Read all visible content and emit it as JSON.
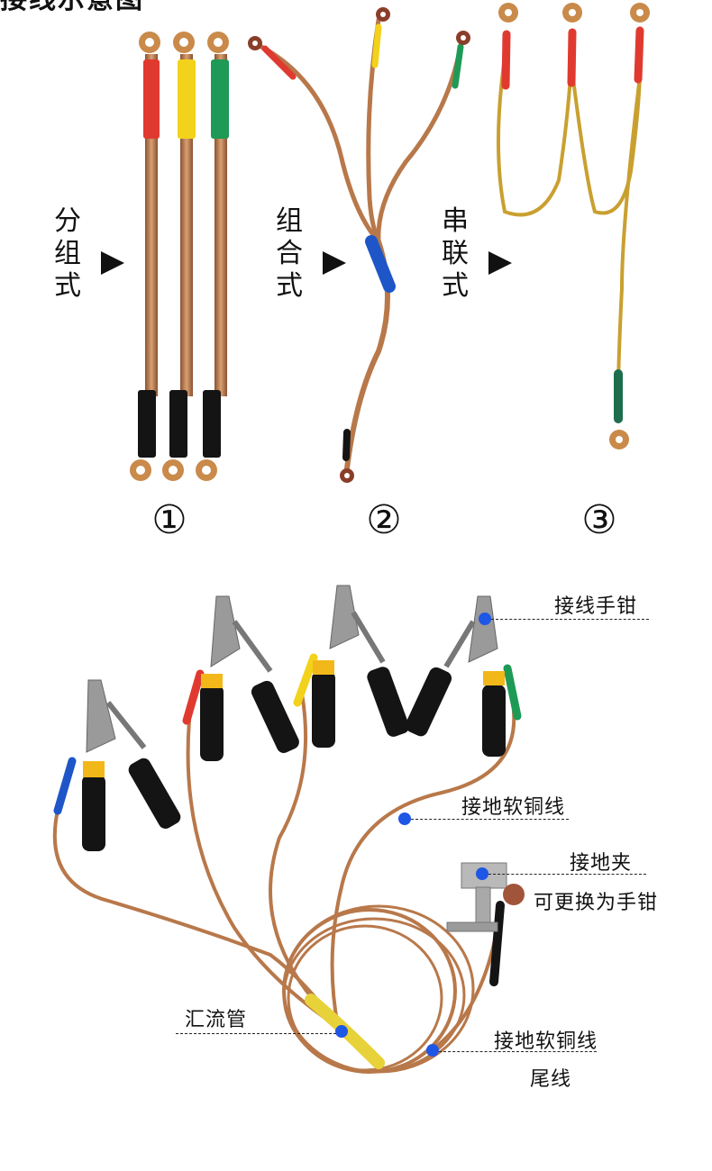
{
  "header": {
    "partial_title": "接线示意图"
  },
  "variants": [
    {
      "label_chars": [
        "分",
        "组",
        "式"
      ],
      "number": "①"
    },
    {
      "label_chars": [
        "组",
        "合",
        "式"
      ],
      "number": "②"
    },
    {
      "label_chars": [
        "串",
        "联",
        "式"
      ],
      "number": "③"
    }
  ],
  "callouts": {
    "clamp": "接线手钳",
    "cable_upper": "接地软铜线",
    "ground_clamp": "接地夹",
    "ground_clamp_note": "可更换为手钳",
    "bus_tube": "汇流管",
    "cable_lower": "接地软铜线",
    "tail_wire": "尾线"
  },
  "colors": {
    "copper": "#b8784a",
    "red": "#e03a30",
    "yellow": "#f2d21a",
    "green": "#1e9a56",
    "blue": "#1e56c8",
    "black": "#141414",
    "marker": "#1e56e6"
  }
}
